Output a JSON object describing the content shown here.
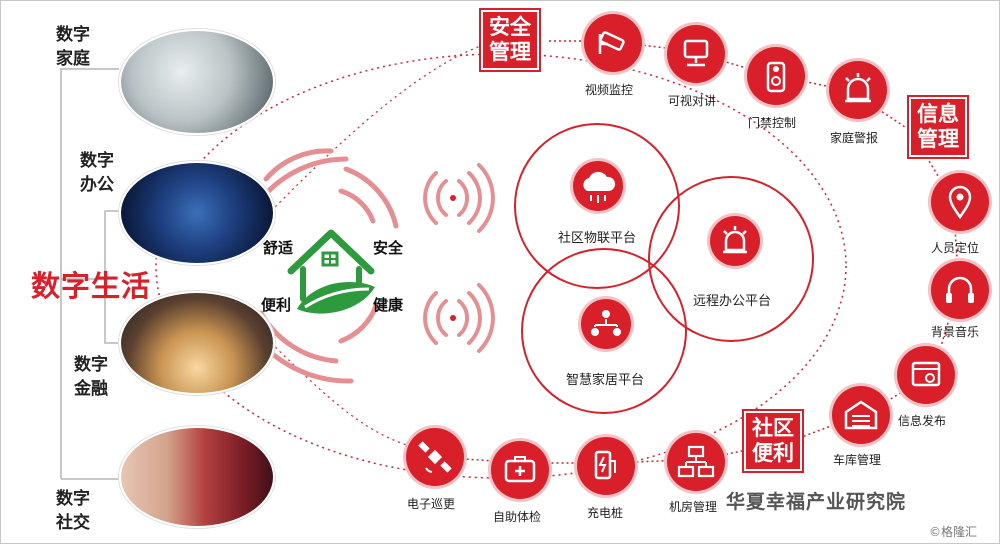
{
  "left_labels": {
    "home": "数字\n家庭",
    "office": "数字\n办公",
    "finance": "数字\n金融",
    "social": "数字\n社交"
  },
  "main_title": "数字生活",
  "house_words": {
    "comfort": "舒适",
    "safety": "安全",
    "convenience": "便利",
    "health": "健康"
  },
  "badges": {
    "security": "安全\n管理",
    "info": "信息\n管理",
    "community": "社区\n便利"
  },
  "nodes": {
    "video": "视频监控",
    "intercom": "可视对讲",
    "access": "门禁控制",
    "alarm": "家庭警报",
    "locate": "人员定位",
    "music": "背景音乐",
    "publish": "信息发布",
    "garage": "车库管理",
    "machine": "机房管理",
    "charge": "充电桩",
    "checkup": "自助体检",
    "patrol": "电子巡更"
  },
  "platforms": {
    "iot": "社区物联平台",
    "remote": "远程办公平台",
    "smarthome": "智慧家居平台"
  },
  "watermark": "华夏幸福产业研究院",
  "corner_mark": "©格隆汇",
  "colors": {
    "accent": "#d9202a",
    "green": "#2e9a3e"
  }
}
